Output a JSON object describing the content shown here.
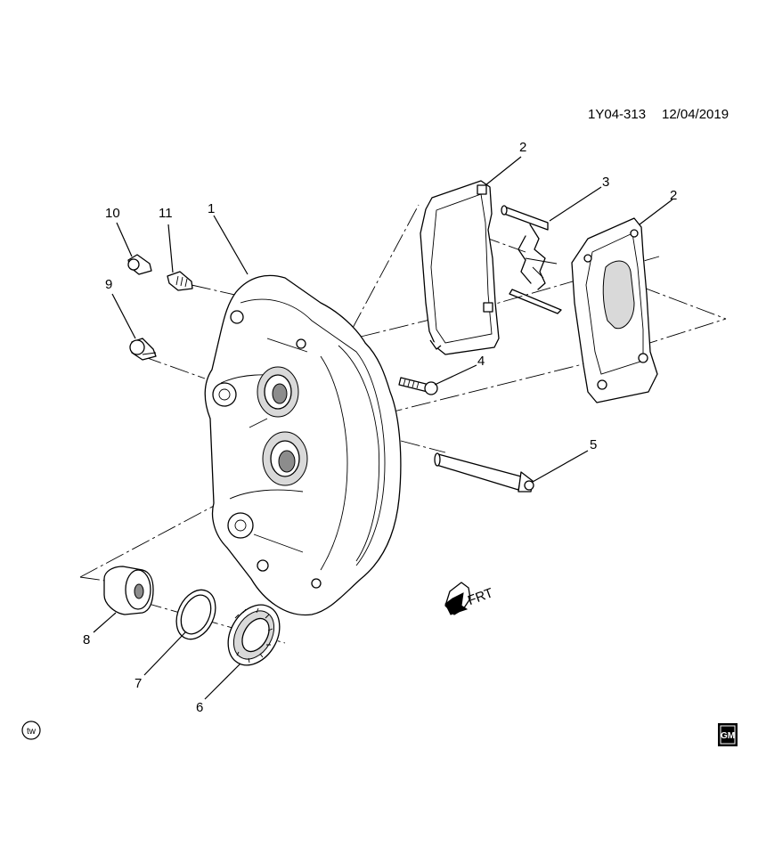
{
  "diagram_ref": "1Y04-313",
  "diagram_date": "12/04/2019",
  "callouts": {
    "c1": "1",
    "c2a": "2",
    "c2b": "2",
    "c3": "3",
    "c4": "4",
    "c5": "5",
    "c6": "6",
    "c7": "7",
    "c8": "8",
    "c9": "9",
    "c10": "10",
    "c11": "11"
  },
  "front_arrow_label": "FRT",
  "corner_badge_text": "tw",
  "brand_logo_text": "GM",
  "icons": {
    "front_arrow": "front-direction-arrow-icon",
    "badge": "tw-badge-icon",
    "logo": "gm-logo-icon"
  }
}
